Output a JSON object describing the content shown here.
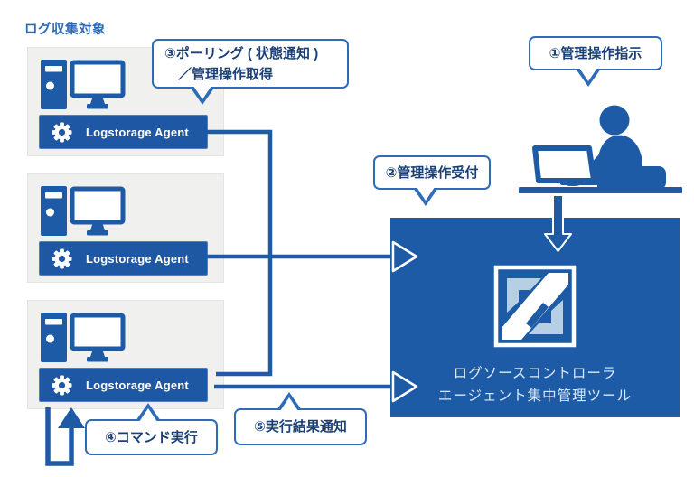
{
  "title": "ログ収集対象",
  "agents": [
    {
      "label": "Logstorage Agent"
    },
    {
      "label": "Logstorage Agent"
    },
    {
      "label": "Logstorage Agent"
    }
  ],
  "callouts": {
    "c1": {
      "label": "①管理操作指示"
    },
    "c2": {
      "label": "②管理操作受付"
    },
    "c3": {
      "line1": "③ポーリング ( 状態通知 )",
      "line2": "／管理操作取得"
    },
    "c4": {
      "label": "④コマンド実行"
    },
    "c5": {
      "label": "⑤実行結果通知"
    }
  },
  "server": {
    "line1": "ログソースコントローラ",
    "line2": "エージェント集中管理ツール"
  },
  "icons": {
    "computer": "desktop-pc-icon",
    "gear": "gear-icon",
    "person": "person-at-desk-icon",
    "logo": "logstorage-logo"
  },
  "colors": {
    "primary_blue": "#1D5BA6",
    "agent_bar_blue": "#1E58A4",
    "callout_border": "#2F6CB8",
    "callout_text": "#1B4076",
    "title_text": "#2E6BB2",
    "logo_light_blue": "#B7CFE5",
    "machine_box_bg": "#F0F0EF",
    "server_caption_text": "#DCE9F5"
  }
}
